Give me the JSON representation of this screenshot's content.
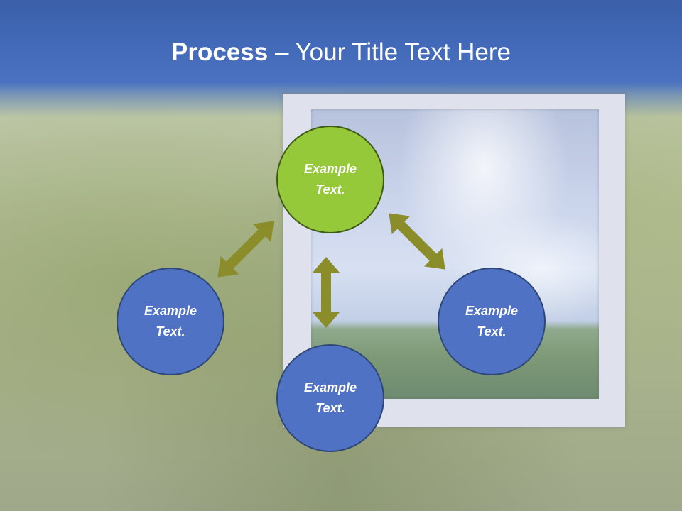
{
  "title": {
    "bold": "Process",
    "rest": " – Your Title Text Here"
  },
  "nodes": {
    "top": {
      "label": "Example\nText."
    },
    "left": {
      "label": "Example\nText."
    },
    "right": {
      "label": "Example\nText."
    },
    "bottom": {
      "label": "Example\nText."
    }
  },
  "colors": {
    "header": "#4269b7",
    "node_blue": "#4f72c4",
    "node_green": "#96c93a",
    "arrow": "#8b8c2a"
  }
}
